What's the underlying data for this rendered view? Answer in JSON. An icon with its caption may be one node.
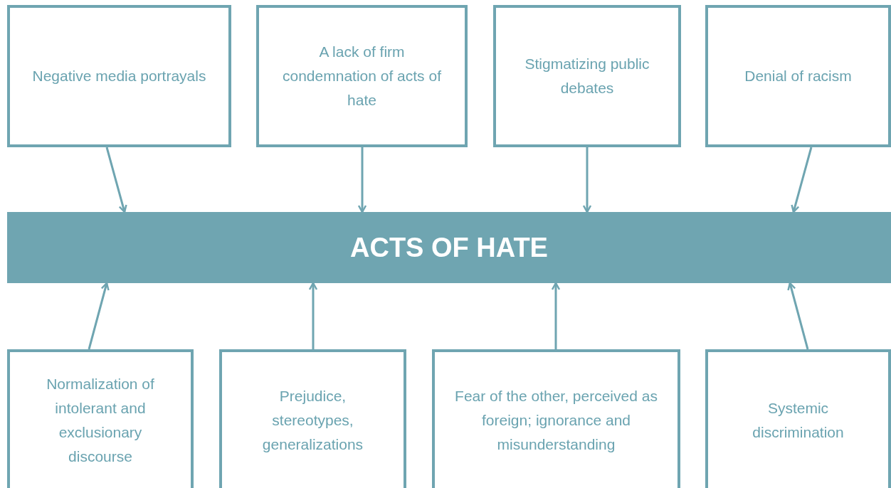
{
  "diagram": {
    "nodes": [
      {
        "text": [
          "Negative media portrayals"
        ]
      },
      {
        "text": [
          "A lack of firm condemnation of acts of hate"
        ]
      },
      {
        "text": [
          "Stigmatizing public debates"
        ]
      },
      {
        "text": [
          "Denial of racism"
        ]
      },
      {
        "text": [
          "ACTS OF HATE"
        ]
      },
      {
        "text": [
          "Normalization of intolerant and exclusionary discourse"
        ]
      },
      {
        "text": [
          "Prejudice, stereotypes, generalizations"
        ]
      },
      {
        "text": [
          "Fear of the other, perceived as foreign; ignorance and misunderstanding"
        ]
      },
      {
        "text": [
          "Systemic discrimination"
        ]
      }
    ],
    "edges": [
      {
        "from": 0,
        "to": 4,
        "arrow": "to"
      },
      {
        "from": 1,
        "to": 4,
        "arrow": "to"
      },
      {
        "from": 2,
        "to": 4,
        "arrow": "to"
      },
      {
        "from": 3,
        "to": 4,
        "arrow": "to"
      },
      {
        "from": 5,
        "to": 4,
        "arrow": "to"
      },
      {
        "from": 6,
        "to": 4,
        "arrow": "to"
      },
      {
        "from": 7,
        "to": 4,
        "arrow": "to"
      },
      {
        "from": 8,
        "to": 4,
        "arrow": "to"
      }
    ]
  }
}
